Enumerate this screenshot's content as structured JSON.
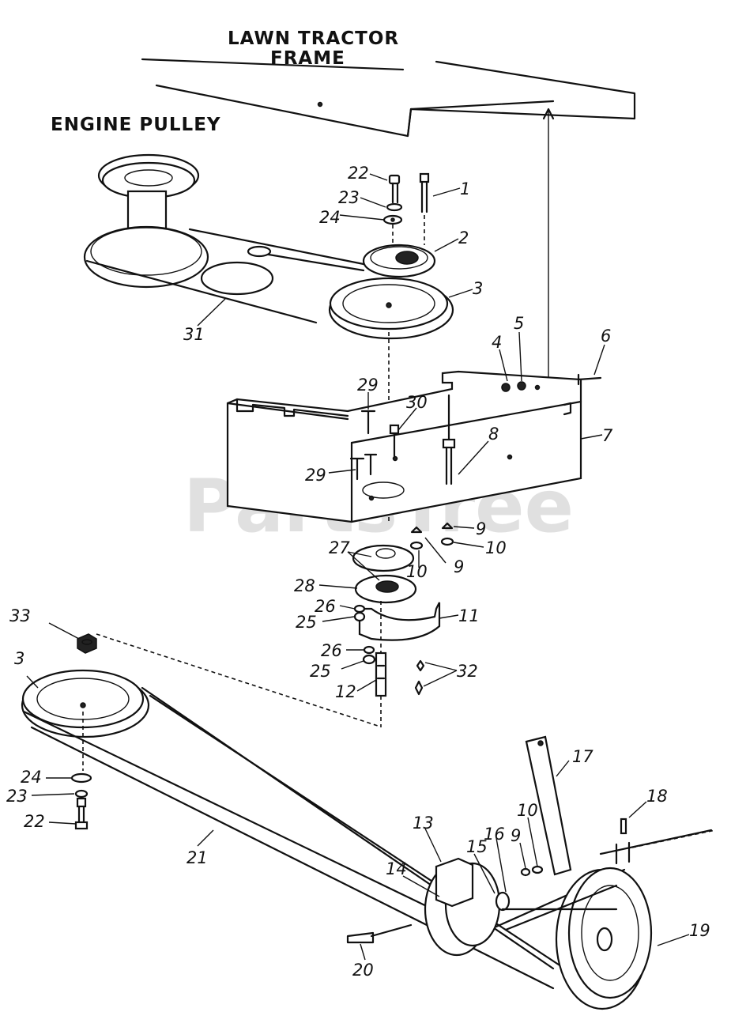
{
  "titles": {
    "frame_line1": "LAWN  TRACTOR",
    "frame_line2": "FRAME",
    "engine_pulley": "ENGINE  PULLEY"
  },
  "watermark": "PartsTree",
  "callouts": {
    "c1": "1",
    "c2": "2",
    "c3_top": "3",
    "c3_bottom": "3",
    "c4": "4",
    "c5": "5",
    "c6": "6",
    "c7": "7",
    "c8": "8",
    "c9_a": "9",
    "c9_b": "9",
    "c9_c": "9",
    "c10_a": "10",
    "c10_b": "10",
    "c10_c": "10",
    "c11": "11",
    "c12": "12",
    "c13": "13",
    "c14": "14",
    "c15": "15",
    "c16": "16",
    "c17": "17",
    "c18": "18",
    "c19": "19",
    "c20": "20",
    "c21": "21",
    "c22_top": "22",
    "c22_bottom": "22",
    "c23_top": "23",
    "c23_bottom": "23",
    "c24_top": "24",
    "c24_bottom": "24",
    "c25_a": "25",
    "c25_b": "25",
    "c26_a": "26",
    "c26_b": "26",
    "c27": "27",
    "c28": "28",
    "c29_a": "29",
    "c29_b": "29",
    "c30": "30",
    "c31": "31",
    "c32": "32",
    "c33": "33"
  }
}
